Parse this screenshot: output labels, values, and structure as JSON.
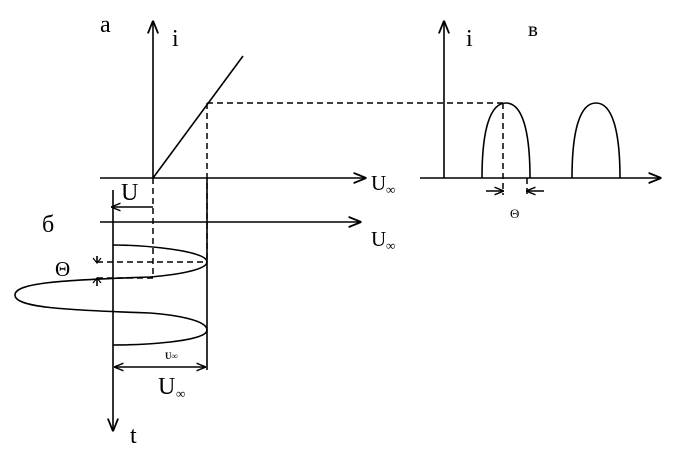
{
  "labels": {
    "panel_a": "а",
    "panel_b": "б",
    "panel_v": "в",
    "current_a": "i",
    "current_v": "i",
    "u_axis_a": "U",
    "u_axis_a_sub": "∞",
    "u_axis_b": "U",
    "u_axis_b_sub": "∞",
    "offset_u": "U",
    "theta_left": "Θ",
    "theta_right": "Θ",
    "amp_small": "U∞",
    "amp_big": "U",
    "amp_big_sub": "∞",
    "time_axis": "t"
  }
}
